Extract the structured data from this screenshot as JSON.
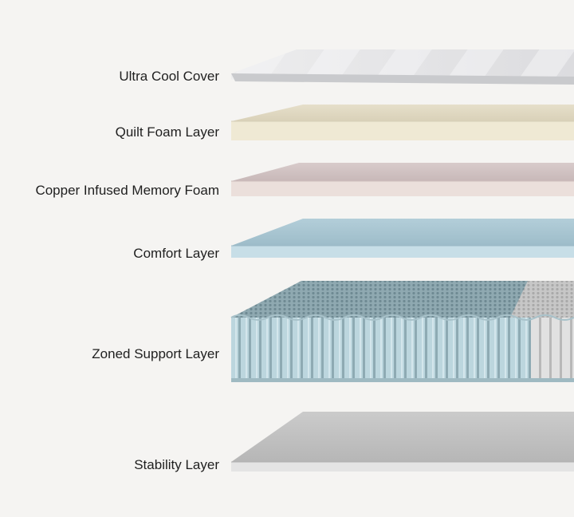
{
  "diagram": {
    "layers": [
      {
        "id": "ultra-cool-cover",
        "label": "Ultra Cool Cover",
        "top_color": "#e4e4e6",
        "side_color": "#d2d3d6"
      },
      {
        "id": "quilt-foam-layer",
        "label": "Quilt Foam Layer",
        "top_color": "#e3dcc6",
        "side_color": "#efe8d2"
      },
      {
        "id": "copper-infused-memory-foam",
        "label": "Copper Infused Memory Foam",
        "top_color": "#d2c4c4",
        "side_color": "#eadcd8"
      },
      {
        "id": "comfort-layer",
        "label": "Comfort Layer",
        "top_color": "#a9c6d2",
        "side_color": "#c6dde6"
      },
      {
        "id": "zoned-support-layer",
        "label": "Zoned Support Layer",
        "top_color": "#7f9aa2",
        "side_color": "#b9d4dc"
      },
      {
        "id": "stability-layer",
        "label": "Stability Layer",
        "top_color": "#bdbdbd",
        "side_color": "#e2e2e2"
      }
    ]
  }
}
